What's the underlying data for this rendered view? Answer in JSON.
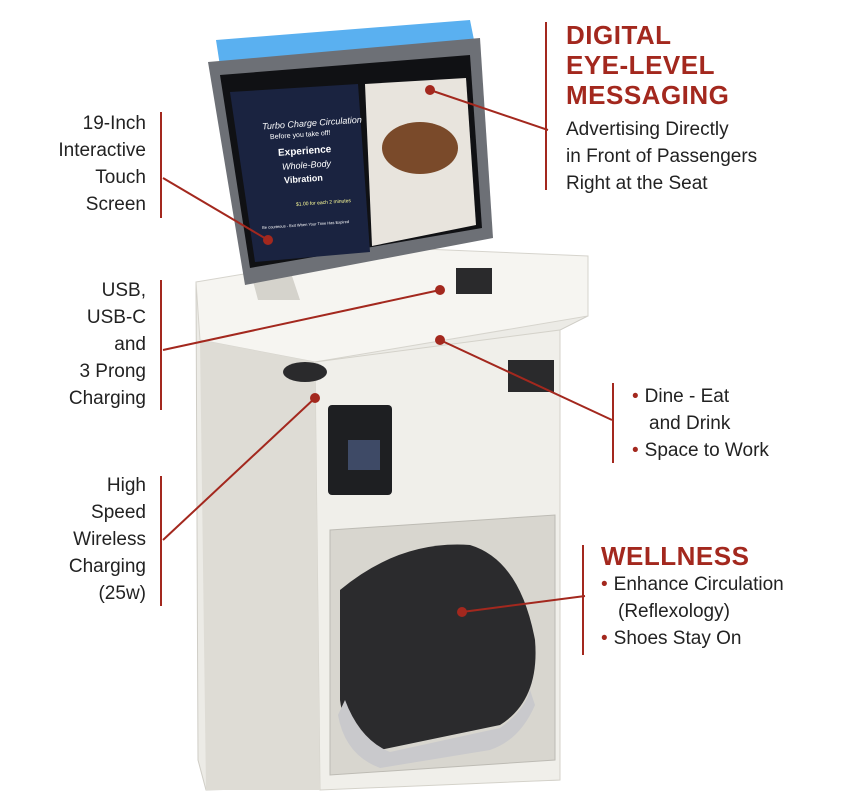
{
  "screen_label": [
    "19-Inch",
    "Interactive",
    "Touch",
    "Screen"
  ],
  "usb_label": [
    "USB,",
    "USB-C",
    "and",
    "3 Prong",
    "Charging"
  ],
  "wireless_label": [
    "High",
    "Speed",
    "Wireless",
    "Charging",
    "(25w)"
  ],
  "digital": {
    "heading": [
      "DIGITAL",
      "EYE-LEVEL",
      "MESSAGING"
    ],
    "lines": [
      "Advertising Directly",
      "in Front of Passengers",
      "Right at the Seat"
    ]
  },
  "dine": {
    "items": [
      "Dine - Eat",
      "and Drink",
      "Space to Work"
    ]
  },
  "wellness": {
    "heading": "WELLNESS",
    "items": [
      "Enhance Circulation",
      "(Reflexology)",
      "Shoes Stay On"
    ]
  },
  "screen_content": {
    "top_title": "Turbo Charge Circulation",
    "subtitle": "Before you take off!",
    "exp1": "Experience",
    "exp2": "Whole-Body",
    "exp3": "Vibration",
    "price": "$1.00 for each 2 minutes",
    "bottom": "Be courteous - Exit When Your Time Has Expired"
  },
  "colors": {
    "accent": "#a3281e",
    "kiosk": "#eceae4",
    "screen_bezel": "#6d7076",
    "topbar": "#5ab0f0"
  }
}
